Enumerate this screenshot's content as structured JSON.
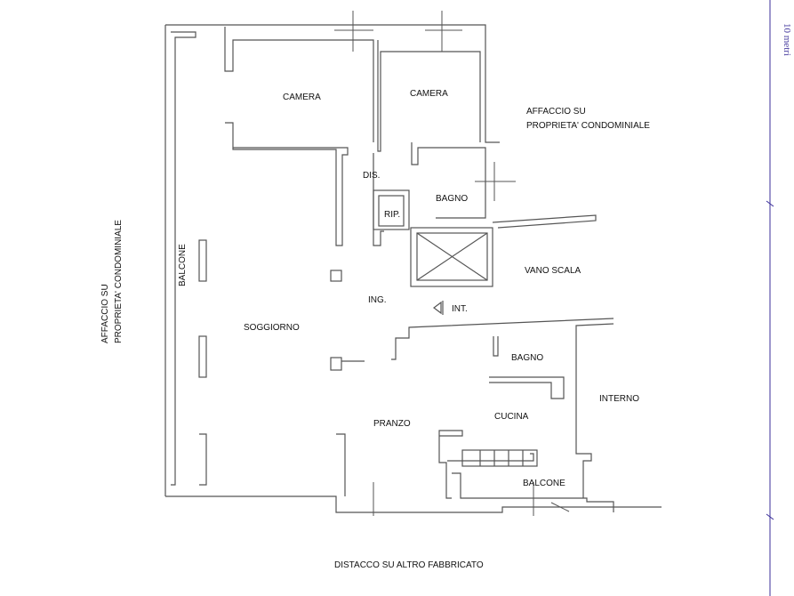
{
  "rooms": {
    "camera_1": "CAMERA",
    "camera_2": "CAMERA",
    "dis": "DIS.",
    "bagno_1": "BAGNO",
    "rip": "RIP.",
    "ing": "ING.",
    "int": "INT.",
    "soggiorno": "SOGGIORNO",
    "balcone_left": "BALCONE",
    "vano_scala": "VANO SCALA",
    "bagno_2": "BAGNO",
    "cucina": "CUCINA",
    "pranzo": "PRANZO",
    "interno": "INTERNO",
    "balcone_bottom": "BALCONE"
  },
  "surroundings": {
    "right_line1": "AFFACCIO SU",
    "right_line2": "PROPRIETA' CONDOMINIALE",
    "left_line1": "AFFACCIO SU",
    "left_line2": "PROPRIETA' CONDOMINIALE",
    "bottom": "DISTACCO SU ALTRO FABBRICATO"
  },
  "scale": {
    "label": "10 metri",
    "color": "#3b2f9a"
  },
  "colors": {
    "wall": "#555555",
    "background": "#ffffff"
  }
}
